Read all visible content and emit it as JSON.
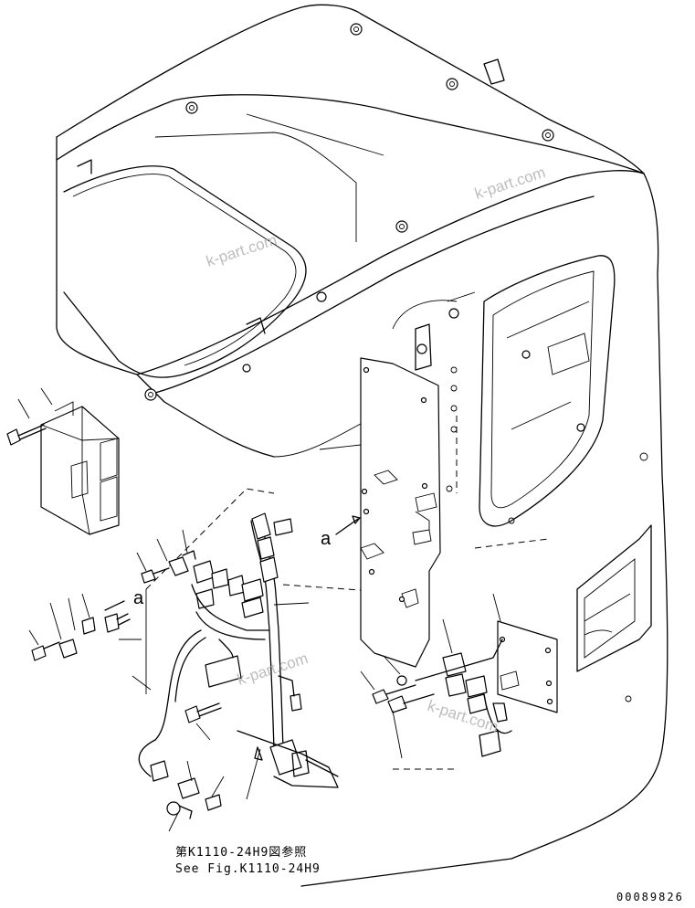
{
  "reference_note": {
    "japanese": "第K1110-24H9図参照",
    "english": "See Fig.K1110-24H9"
  },
  "reference_mark": "a",
  "watermark": "k-part.com",
  "serial_number": "00089826"
}
